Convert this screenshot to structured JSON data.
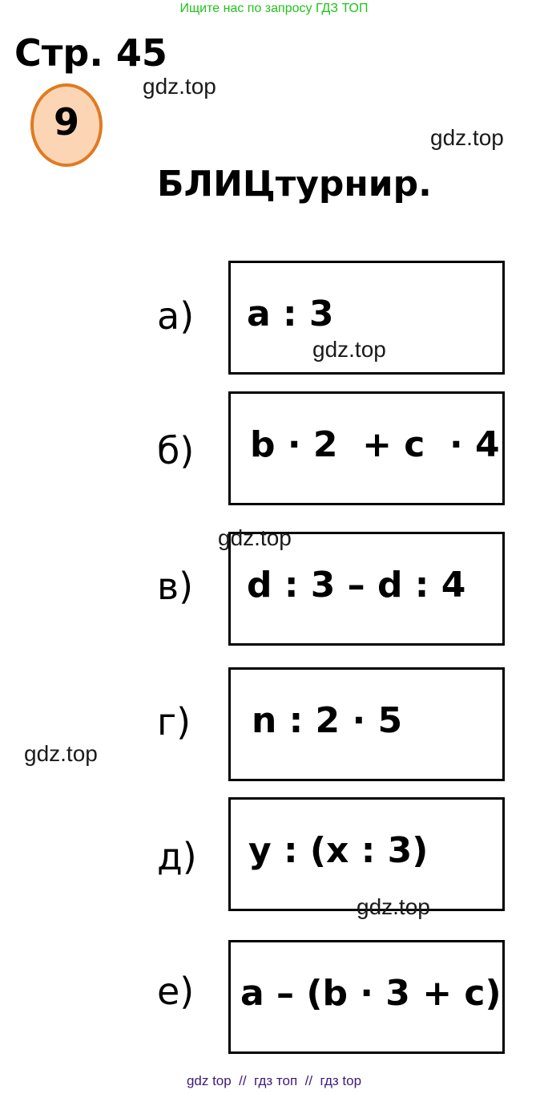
{
  "banner": {
    "text": "Ищите нас по запросу ГДЗ ТОП",
    "color": "#22c31c"
  },
  "page_number": "Стр. 45",
  "task": {
    "number": "9",
    "badge_fill": "#fcd5b4",
    "badge_border": "#e07a22"
  },
  "watermark": "gdz.top",
  "heading": "БЛИЦтурнир.",
  "items": [
    {
      "label": "а)",
      "expression": "a : 3"
    },
    {
      "label": "б)",
      "expression": "b · 2  + c  · 4"
    },
    {
      "label": "в)",
      "expression": "d : 3 – d : 4"
    },
    {
      "label": "г)",
      "expression": "n : 2 · 5"
    },
    {
      "label": "д)",
      "expression": "y : (x : 3)"
    },
    {
      "label": "е)",
      "expression": "a – (b · 3 + c)"
    }
  ],
  "footer": {
    "text": "gdz top  //  гдз топ  //  гдз top",
    "color": "#3d1a78"
  }
}
